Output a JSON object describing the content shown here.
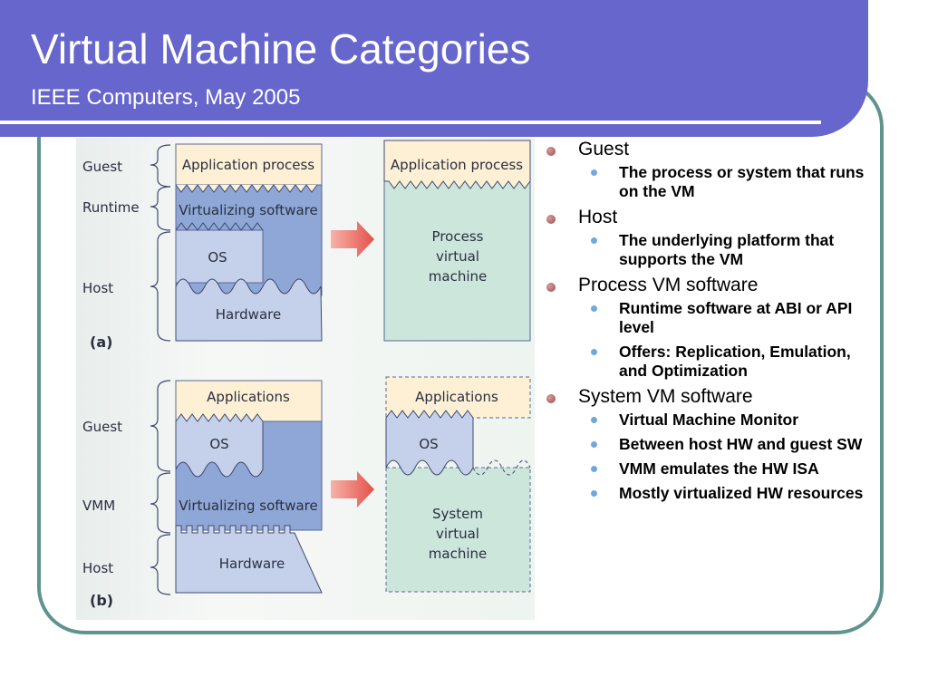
{
  "title": "Virtual Machine Categories",
  "subtitle": "IEEE Computers, May 2005",
  "figure": {
    "a": {
      "label": "(a)",
      "layer_labels": [
        "Guest",
        "Runtime",
        "Host"
      ],
      "left_stack": [
        "Application process",
        "Virtualizing software",
        "OS",
        "Hardware"
      ],
      "right_stack": [
        "Application process",
        "Process",
        "virtual",
        "machine"
      ]
    },
    "b": {
      "label": "(b)",
      "layer_labels": [
        "Guest",
        "VMM",
        "Host"
      ],
      "left_stack": [
        "Applications",
        "OS",
        "Virtualizing software",
        "Hardware"
      ],
      "right_stack": [
        "Applications",
        "OS",
        "System",
        "virtual",
        "machine"
      ]
    }
  },
  "bullets": [
    {
      "label": "Guest",
      "children": [
        "The process or system that runs on the VM"
      ]
    },
    {
      "label": "Host",
      "children": [
        "The underlying platform that supports the VM"
      ]
    },
    {
      "label": "Process VM software",
      "children": [
        "Runtime software at ABI or API level",
        "Offers: Replication, Emulation, and Optimization"
      ]
    },
    {
      "label": "System VM software",
      "children": [
        "Virtual Machine Monitor",
        "Between host HW and guest SW",
        "VMM emulates the HW ISA",
        "Mostly virtualized HW resources"
      ]
    }
  ],
  "colors": {
    "title_bar": "#6666cc",
    "frame": "#5f948d",
    "application_layer": "#fdf0d5",
    "os_hardware_layer": "#c5d1ea",
    "virtualizing_layer": "#8fa7d6",
    "virtual_machine": "#cde6dc",
    "arrow": "#e8635a",
    "bullet_l1": "#9b4d4d",
    "bullet_l2": "#6fa8dc"
  }
}
